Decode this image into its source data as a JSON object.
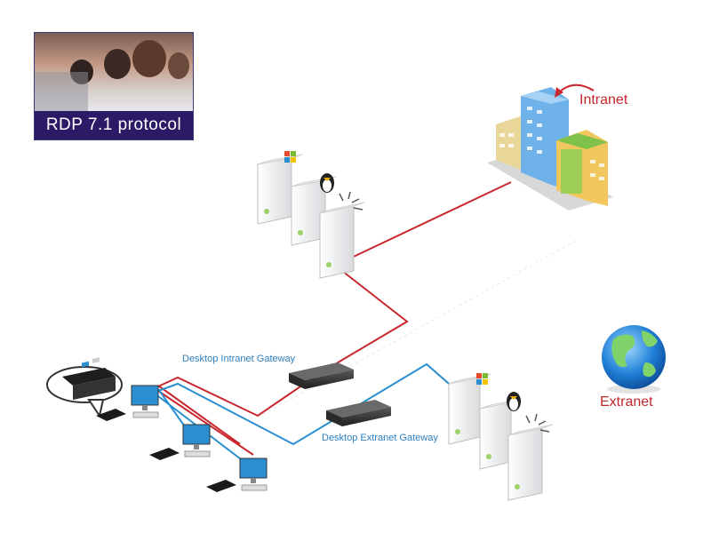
{
  "photo_card": {
    "caption": "RDP 7.1 protocol"
  },
  "labels": {
    "intranet": "Intranet",
    "extranet": "Extranet",
    "intranet_gateway": "Desktop Intranet Gateway",
    "extranet_gateway": "Desktop Extranet Gateway"
  },
  "colors": {
    "intranet_line": "#c8282e",
    "extranet_line": "#2a8fd0",
    "label_red": "#c3262b",
    "label_blue": "#2d7fc0",
    "banner_bg": "#2b1a66"
  },
  "icons": {
    "building": "building-icon",
    "globe": "globe-icon",
    "server": "server-icon",
    "gateway": "gateway-icon",
    "thin_client": "thin-client-icon",
    "monitor": "monitor-icon"
  }
}
